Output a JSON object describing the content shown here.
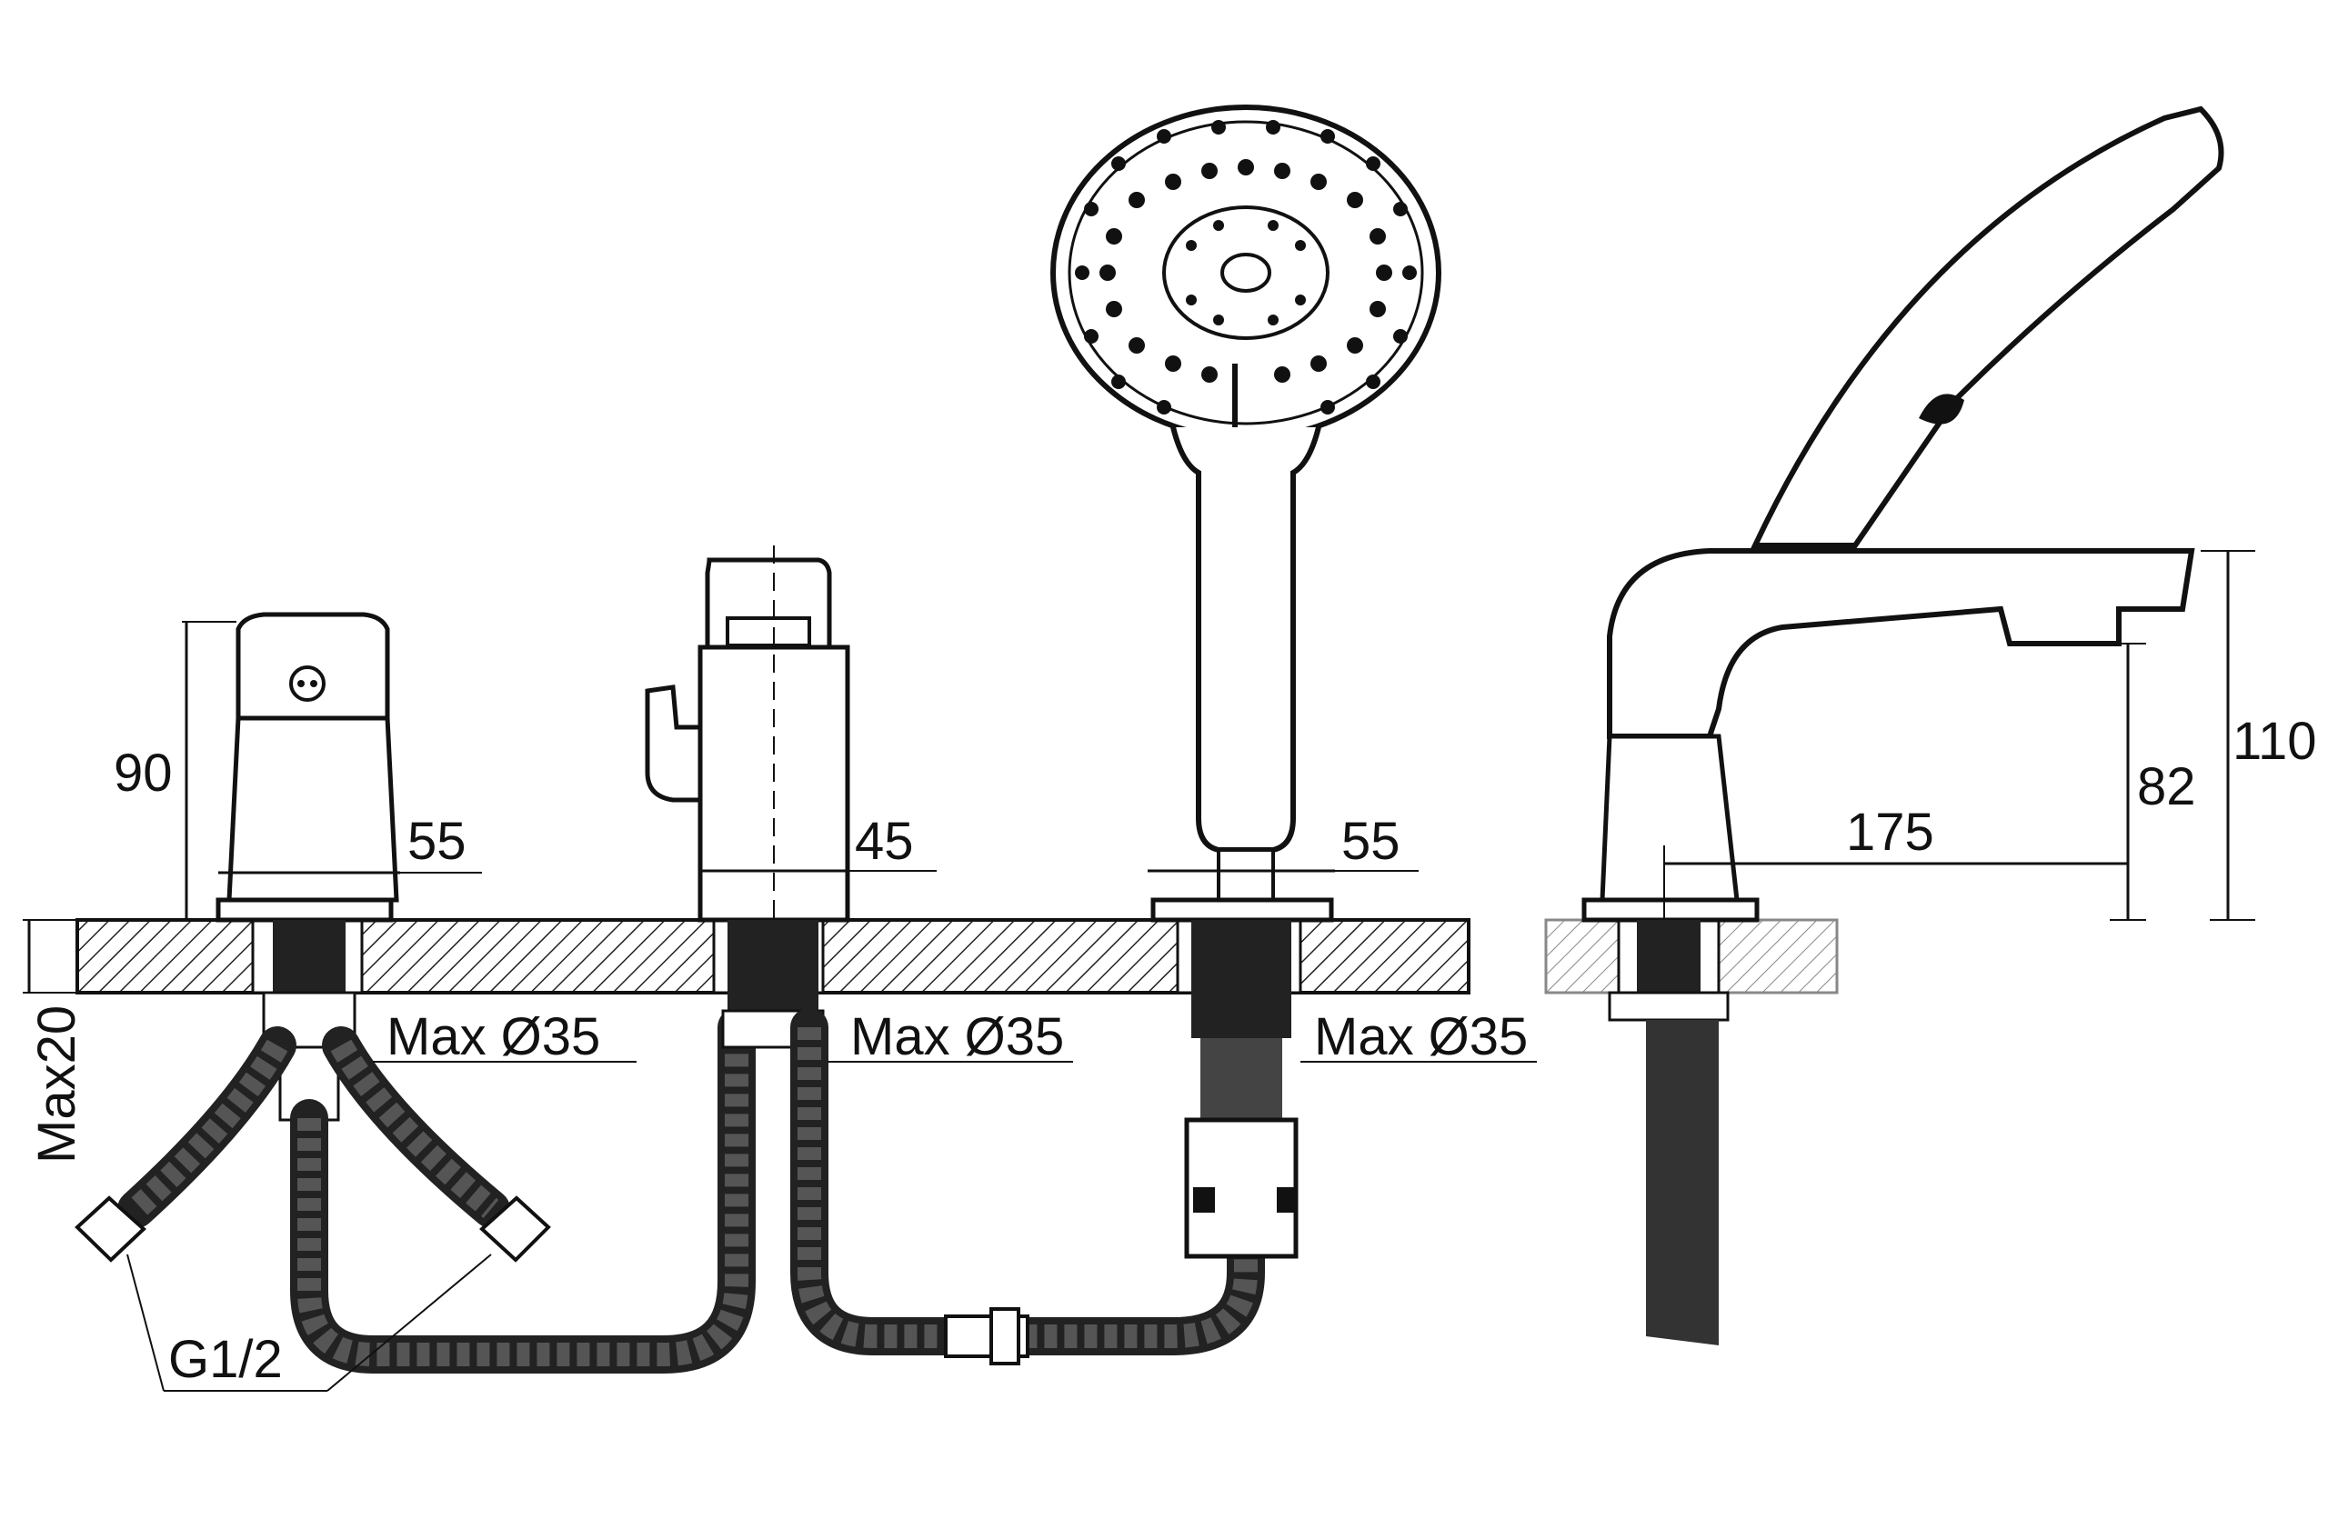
{
  "labels": {
    "mixer_height": "90",
    "mixer_base": "55",
    "diverter_base": "45",
    "shower_base": "55",
    "spout_reach": "175",
    "spout_height": "82",
    "total_height": "110",
    "max_thickness": "Max20",
    "max_hole_1": "Max Ø35",
    "max_hole_2": "Max Ø35",
    "max_hole_3": "Max Ø35",
    "thread": "G1/2"
  }
}
